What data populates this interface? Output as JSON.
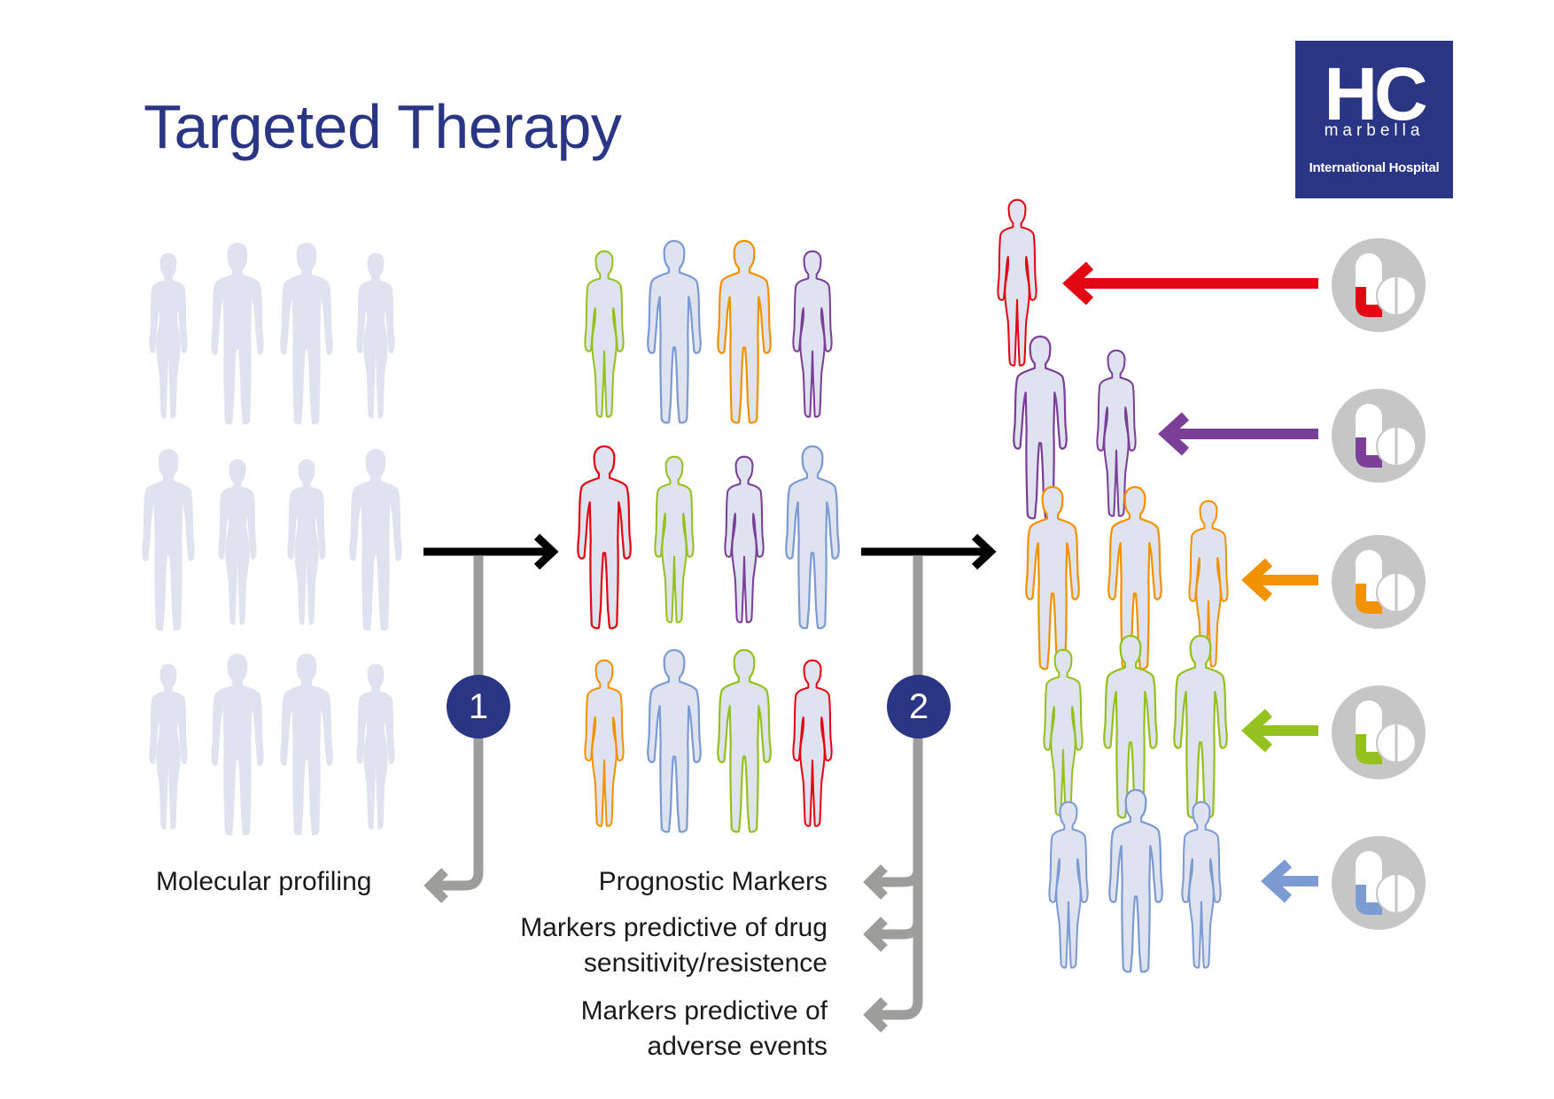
{
  "title": "Targeted Therapy",
  "logo": {
    "mark": "HC",
    "sub": "marbella",
    "foot": "International Hospital"
  },
  "steps": [
    "1",
    "2"
  ],
  "labels": {
    "molecular_profiling": "Molecular profiling",
    "prognostic": "Prognostic Markers",
    "predictive_drug_line1": "Markers predictive of drug",
    "predictive_drug_line2": "sensitivity/resistence",
    "predictive_adverse_line1": "Markers predictive of",
    "predictive_adverse_line2": "adverse events"
  },
  "colors": {
    "title": "#2a3583",
    "undifferentiated": "#dfe3f0",
    "red": "#e30613",
    "purple": "#7b3f98",
    "orange": "#f39200",
    "green": "#95c11f",
    "blue": "#7b9bd2",
    "bracket": "#9d9d9c",
    "pill_circle": "#c6c6c6"
  },
  "groups": {
    "population": [
      [
        "f",
        "m",
        "m",
        "f"
      ],
      [
        "m",
        "f",
        "f",
        "m"
      ],
      [
        "f",
        "m",
        "m",
        "f"
      ]
    ],
    "profiled": [
      [
        [
          "f",
          "green"
        ],
        [
          "m",
          "blue"
        ],
        [
          "m",
          "orange"
        ],
        [
          "f",
          "purple"
        ]
      ],
      [
        [
          "m",
          "red"
        ],
        [
          "f",
          "green"
        ],
        [
          "f",
          "purple"
        ],
        [
          "m",
          "blue"
        ]
      ],
      [
        [
          "f",
          "orange"
        ],
        [
          "m",
          "blue"
        ],
        [
          "m",
          "green"
        ],
        [
          "f",
          "red"
        ]
      ]
    ],
    "treatment_rows": [
      "red",
      "purple",
      "orange",
      "green",
      "blue"
    ]
  }
}
